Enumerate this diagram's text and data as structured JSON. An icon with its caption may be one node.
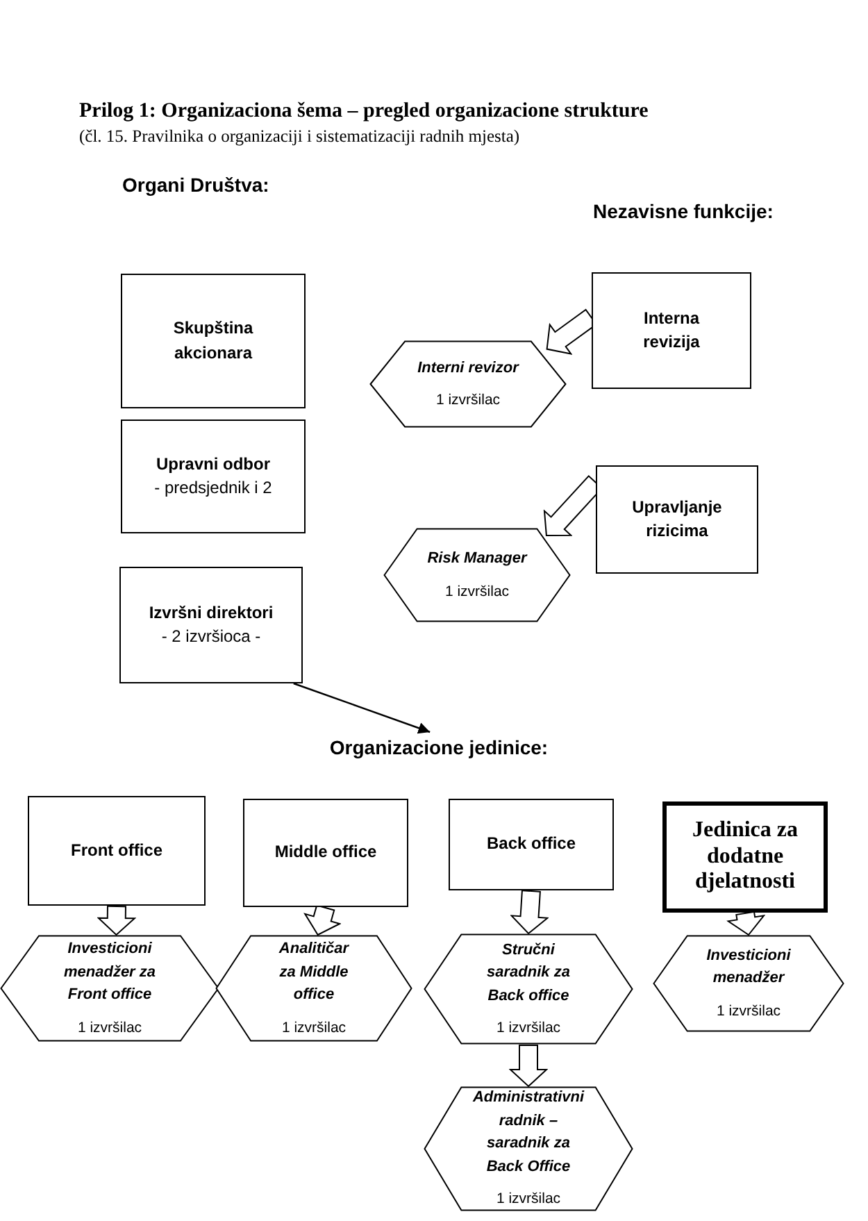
{
  "diagram": {
    "title": "Prilog 1: Organizaciona šema – pregled organizacione strukture",
    "caption": "(čl. 15. Pravilnika o organizaciji i sistematizaciji radnih mjesta)",
    "nodes": [
      {
        "text": [
          "Skupština akcionara"
        ]
      },
      {
        "text": [
          "Upravni odbor",
          "- predsjednik i 2"
        ]
      },
      {
        "text": [
          "Izvršni direktori",
          "- 2 izvršioca -"
        ]
      },
      {
        "text": [
          "Interna revizija"
        ]
      },
      {
        "text": [
          "Interni revizor",
          "1 izvršilac"
        ]
      },
      {
        "text": [
          "Upravljanje rizicima"
        ]
      },
      {
        "text": [
          "Risk Manager",
          "1 izvršilac"
        ]
      },
      {
        "text": [
          "Organizacione jedinice:"
        ]
      },
      {
        "text": [
          "Front office"
        ]
      },
      {
        "text": [
          "Middle office"
        ]
      },
      {
        "text": [
          "Back office"
        ]
      },
      {
        "text": [
          "Jedinica za dodatne djelatnosti"
        ]
      },
      {
        "text": [
          "Investicioni menadžer za Front office",
          "1 izvršilac"
        ]
      },
      {
        "text": [
          "Analitičar za Middle office",
          "1 izvršilac"
        ]
      },
      {
        "text": [
          "Stručni saradnik za Back office",
          "1 izvršilac"
        ]
      },
      {
        "text": [
          "Administrativni radnik – saradnik za Back Office",
          "1 izvršilac"
        ]
      },
      {
        "text": [
          "Investicioni menadžer",
          "1 izvršilac"
        ]
      }
    ],
    "edges": [
      {
        "from": 3,
        "to": 4,
        "arrow": "to"
      },
      {
        "from": 5,
        "to": 6,
        "arrow": "to"
      },
      {
        "from": 2,
        "to": 7,
        "arrow": "to"
      },
      {
        "from": 8,
        "to": 12,
        "arrow": "to"
      },
      {
        "from": 9,
        "to": 13,
        "arrow": "to"
      },
      {
        "from": 10,
        "to": 14,
        "arrow": "to"
      },
      {
        "from": 14,
        "to": 15,
        "arrow": "to"
      },
      {
        "from": 11,
        "to": 16,
        "arrow": "to"
      }
    ],
    "labels": [
      "Organi Društva:",
      "Nezavisne funkcije:"
    ]
  }
}
